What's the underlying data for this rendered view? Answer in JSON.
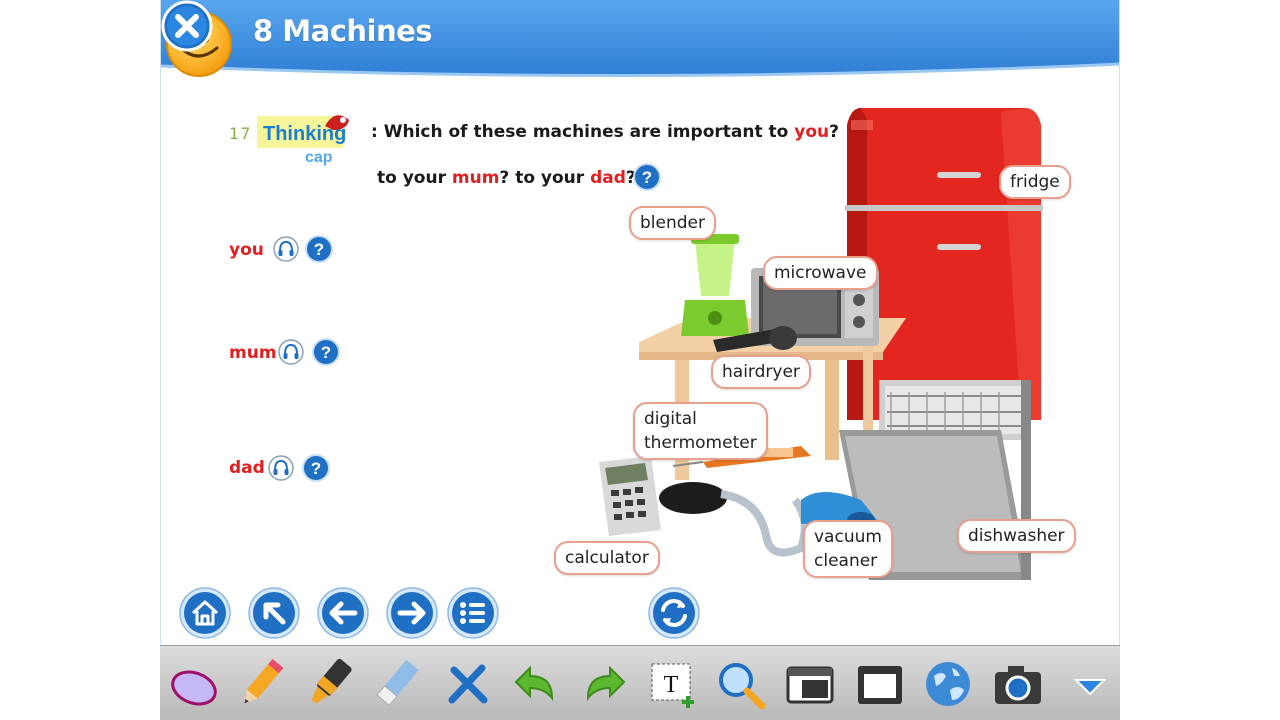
{
  "header": {
    "title": "8 Machines"
  },
  "question": {
    "number": "17",
    "part1": ": Which of these machines are important to ",
    "you": "you",
    "q": "?",
    "part2": "to your ",
    "mum": "mum",
    "part3": "? to your ",
    "dad": "dad",
    "part4": "?"
  },
  "thinking_cap": {
    "line1": "Thinking",
    "line2": "cap"
  },
  "answers": [
    {
      "label": "you"
    },
    {
      "label": "mum"
    },
    {
      "label": "dad"
    }
  ],
  "machines": {
    "fridge": "fridge",
    "blender": "blender",
    "microwave": "microwave",
    "hairdryer": "hairdryer",
    "thermo1": "digital",
    "thermo2": "thermometer",
    "calculator": "calculator",
    "vacuum1": "vacuum",
    "vacuum2": "cleaner",
    "dishwasher": "dishwasher"
  },
  "nav": [
    "home-icon",
    "back-to-top-icon",
    "arrow-left-icon",
    "arrow-right-icon",
    "list-icon",
    "refresh-icon"
  ],
  "tools": [
    "oval-tool-icon",
    "pencil-icon",
    "marker-icon",
    "eraser-icon",
    "clear-icon",
    "undo-icon",
    "redo-icon",
    "text-tool-icon",
    "zoom-icon",
    "window-icon",
    "blank-screen-icon",
    "globe-icon",
    "camera-icon",
    "expand-icon"
  ],
  "colors": {
    "header_blue": "#2f7fd6",
    "accent_red": "#e02020",
    "button_blue": "#1f6fc4"
  }
}
